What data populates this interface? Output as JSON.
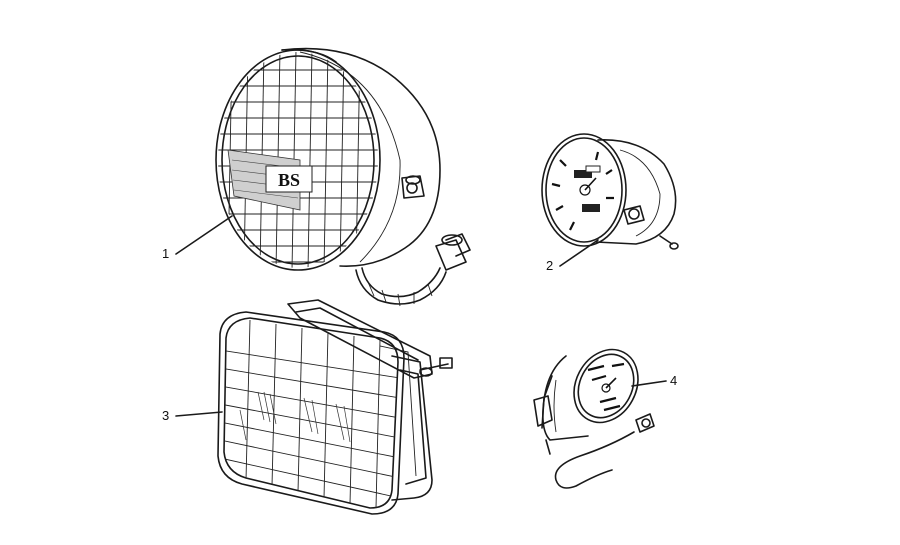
{
  "diagram": {
    "callouts": [
      {
        "id": "part-1",
        "label": "1"
      },
      {
        "id": "part-2",
        "label": "2"
      },
      {
        "id": "part-3",
        "label": "3"
      },
      {
        "id": "part-4",
        "label": "4"
      }
    ],
    "emblem_text": "BS"
  }
}
